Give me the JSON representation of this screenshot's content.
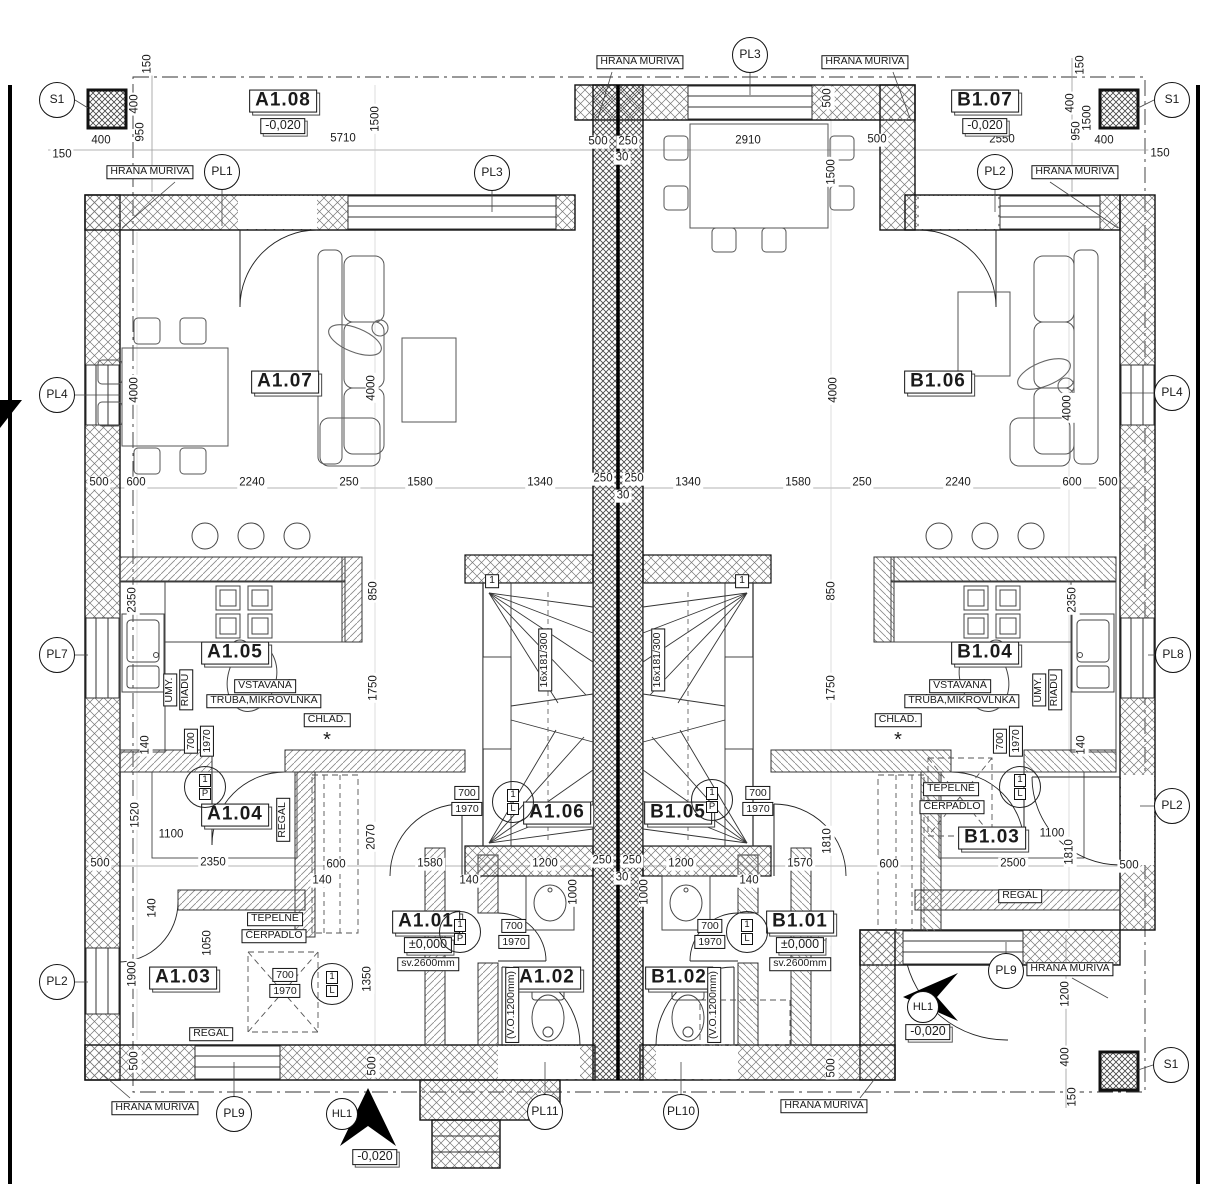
{
  "rooms": {
    "a101": "A1.01",
    "a102": "A1.02",
    "a103": "A1.03",
    "a104": "A1.04",
    "a105": "A1.05",
    "a106": "A1.06",
    "a107": "A1.07",
    "a108": "A1.08",
    "b101": "B1.01",
    "b102": "B1.02",
    "b103": "B1.03",
    "b104": "B1.04",
    "b105": "B1.05",
    "b106": "B1.06",
    "b107": "B1.07"
  },
  "levels": {
    "minus": "-0,020",
    "zero": "±0,000"
  },
  "notes": {
    "sv": "sv.2600mm",
    "vo": "(V.O.1200mm)",
    "stair": "16x181/300",
    "hrana": "HRANA MURIVA",
    "vstavana": "VSTAVANÁ",
    "truba": "TRÚBA,MIKROVLNKA",
    "chlad": "CHLAD.",
    "tepelne": "TEPELNÉ",
    "cerpadlo": "ČERPADLO",
    "regal": "REGÁL",
    "umy": "UMY.",
    "riadu": "RIADU",
    "snow": "*"
  },
  "markers": {
    "s1": "S1",
    "pl1": "PL1",
    "pl2": "PL2",
    "pl3": "PL3",
    "pl4": "PL4",
    "pl7": "PL7",
    "pl8": "PL8",
    "pl9": "PL9",
    "pl10": "PL10",
    "pl11": "PL11",
    "hl1": "HL1",
    "left": "L",
    "right": "P",
    "one": "1"
  },
  "door": {
    "w": "700",
    "h": "1970"
  },
  "dims": {
    "d30": "30",
    "d140": "140",
    "d150": "150",
    "d250": "250",
    "d400": "400",
    "d500": "500",
    "d600": "600",
    "d850": "850",
    "d950": "950",
    "d1000": "1000",
    "d1050": "1050",
    "d1100": "1100",
    "d1200": "1200",
    "d1340": "1340",
    "d1350": "1350",
    "d1500": "1500",
    "d1520": "1520",
    "d1570": "1570",
    "d1580": "1580",
    "d1750": "1750",
    "d1810": "1810",
    "d1900": "1900",
    "d2070": "2070",
    "d2240": "2240",
    "d2350": "2350",
    "d2500": "2500",
    "d2550": "2550",
    "d2910": "2910",
    "d4000": "4000",
    "d5710": "5710"
  }
}
